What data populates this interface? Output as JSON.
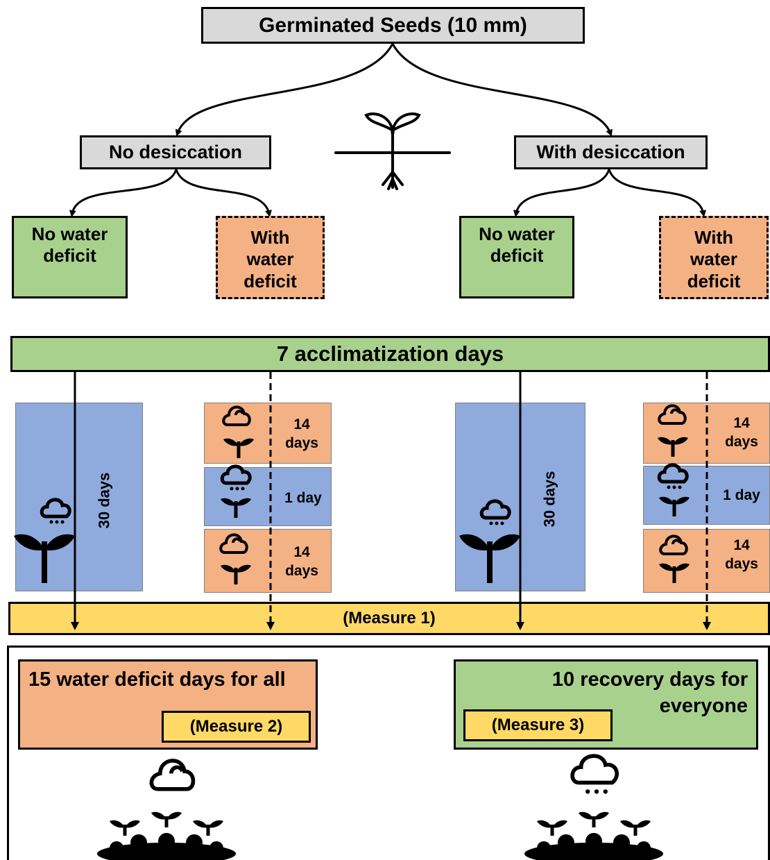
{
  "root": "Germinated Seeds (10 mm)",
  "branches": {
    "left": "No desiccation",
    "right": "With desiccation"
  },
  "treatments": {
    "no_water_deficit": "No water deficit",
    "with_water_deficit": "With water deficit"
  },
  "acclimatization": "7 acclimatization days",
  "periods": {
    "thirty_days": "30 days",
    "fourteen_days": "14 days",
    "one_day": "1 day"
  },
  "measures": {
    "m1": "(Measure 1)",
    "m2": "(Measure 2)",
    "m3": "(Measure 3)"
  },
  "phases": {
    "deficit": "15 water deficit days for all",
    "recovery": "10 recovery days for everyone"
  },
  "colors": {
    "grey": "#d9d9d9",
    "green": "#a9d18e",
    "orange": "#f4b183",
    "blue": "#8faadc",
    "yellow": "#ffd966"
  },
  "icons": [
    "seedling-icon",
    "sun-cloud-icon",
    "rain-cloud-icon",
    "plant-icon",
    "soil-seedlings-icon"
  ]
}
